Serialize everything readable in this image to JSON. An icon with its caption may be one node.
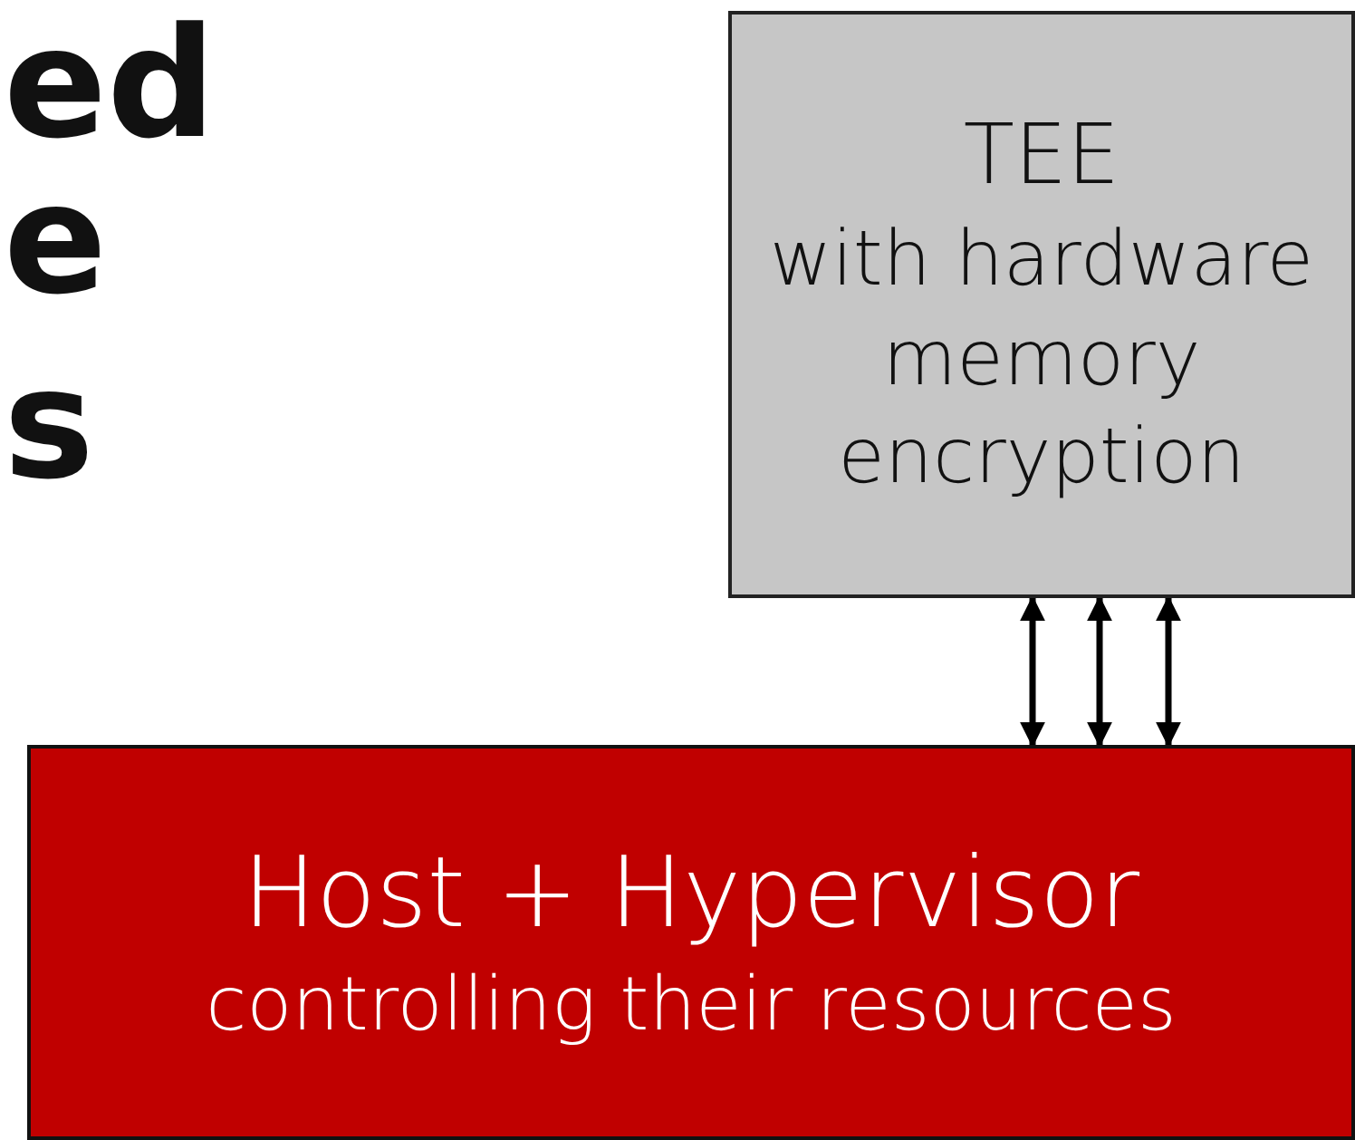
{
  "diagram": {
    "nodes": [
      {
        "text": [
          "TEE",
          "with hardware memory encryption"
        ]
      },
      {
        "text": [
          "Host + Hypervisor",
          "controlling their resources"
        ]
      }
    ],
    "edges": [
      {
        "from": 1,
        "to": 0,
        "arrow": "both"
      },
      {
        "from": 1,
        "to": 0,
        "arrow": "both"
      },
      {
        "from": 1,
        "to": 0,
        "arrow": "both"
      }
    ],
    "labels": [
      "ed",
      "e",
      "s"
    ]
  }
}
